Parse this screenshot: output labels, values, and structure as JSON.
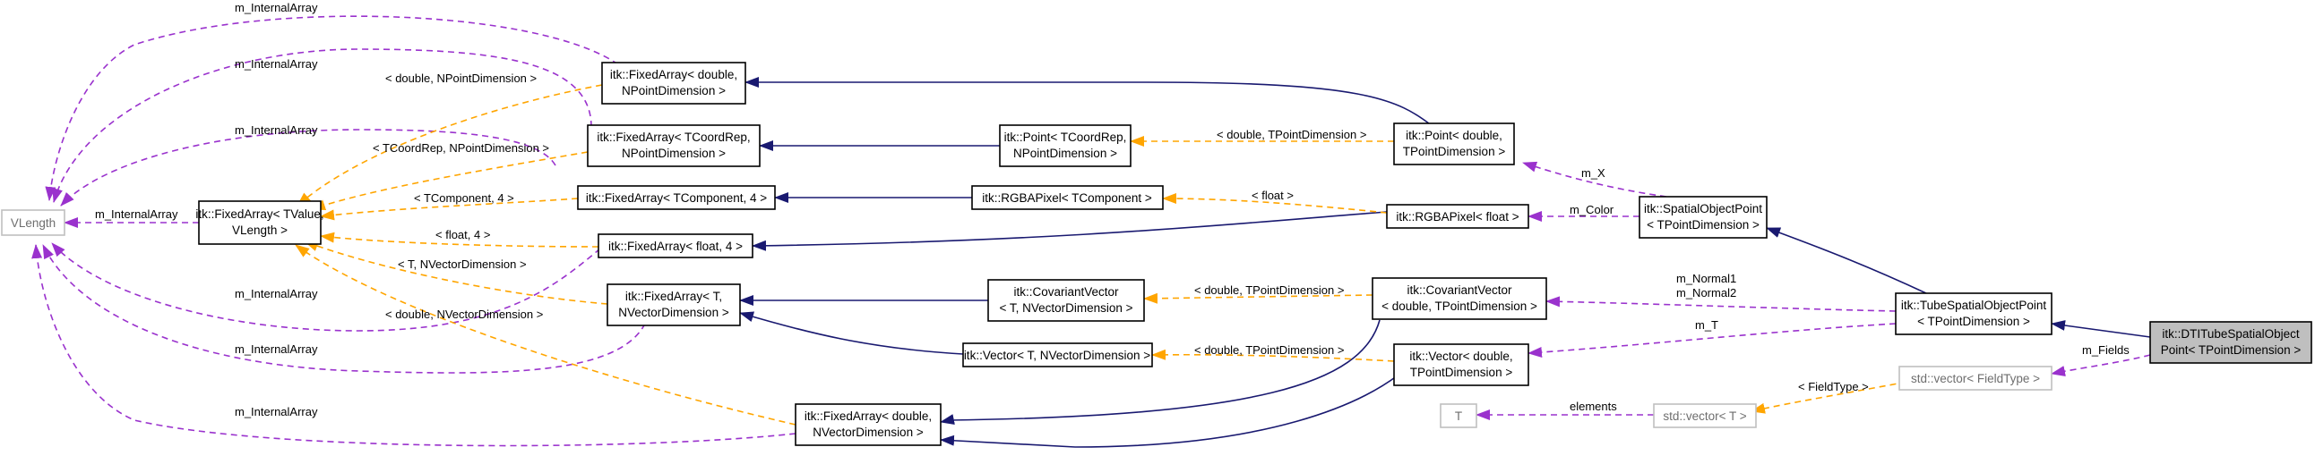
{
  "colors": {
    "inheritance": "#191970",
    "usage": "#9a32cd",
    "template": "#ffa500",
    "focus_fill": "#bfbfbf",
    "node_border": "#000000",
    "external_border": "#bfbfbf"
  },
  "nodes": {
    "vlength": [
      "VLength"
    ],
    "fa_tvalue": [
      "itk::FixedArray< TValue,",
      "VLength >"
    ],
    "fa_double_npoint": [
      "itk::FixedArray< double,",
      "NPointDimension >"
    ],
    "fa_tcoordrep": [
      "itk::FixedArray< TCoordRep,",
      "NPointDimension >"
    ],
    "fa_tcomponent": [
      "itk::FixedArray< TComponent, 4 >"
    ],
    "fa_float4": [
      "itk::FixedArray< float, 4 >"
    ],
    "fa_t_nvector": [
      "itk::FixedArray< T,",
      "NVectorDimension >"
    ],
    "fa_double_nvector": [
      "itk::FixedArray< double,",
      "NVectorDimension >"
    ],
    "point_tcoordrep": [
      "itk::Point< TCoordRep,",
      "NPointDimension >"
    ],
    "rgba_tcomponent": [
      "itk::RGBAPixel< TComponent >"
    ],
    "covvec_t": [
      "itk::CovariantVector",
      "< T, NVectorDimension >"
    ],
    "vector_t": [
      "itk::Vector< T, NVectorDimension >"
    ],
    "point_double": [
      "itk::Point< double,",
      "TPointDimension >"
    ],
    "rgba_float": [
      "itk::RGBAPixel< float >"
    ],
    "covvec_double": [
      "itk::CovariantVector",
      "< double, TPointDimension >"
    ],
    "vector_double": [
      "itk::Vector< double,",
      "TPointDimension >"
    ],
    "t": [
      "T"
    ],
    "stdvec_t": [
      "std::vector< T >"
    ],
    "sop": [
      "itk::SpatialObjectPoint",
      "< TPointDimension >"
    ],
    "tsop": [
      "itk::TubeSpatialObjectPoint",
      "< TPointDimension >"
    ],
    "stdvec_field": [
      "std::vector< FieldType >"
    ],
    "dti": [
      "itk::DTITubeSpatialObject",
      "Point< TPointDimension >"
    ]
  },
  "edge_labels": {
    "m_internalarray": "m_InternalArray",
    "double_npoint": "< double, NPointDimension >",
    "tcoordrep_npoint": "< TCoordRep, NPointDimension >",
    "tcomponent_4": "< TComponent, 4 >",
    "float_4": "< float, 4 >",
    "t_nvector": "< T, NVectorDimension >",
    "double_nvector": "< double, NVectorDimension >",
    "double_tpoint": "< double, TPointDimension >",
    "float": "< float >",
    "fieldtype": "< FieldType >",
    "m_x": "m_X",
    "m_color": "m_Color",
    "m_normal1": "m_Normal1",
    "m_normal2": "m_Normal2",
    "m_t": "m_T",
    "m_fields": "m_Fields",
    "elements": "elements"
  }
}
